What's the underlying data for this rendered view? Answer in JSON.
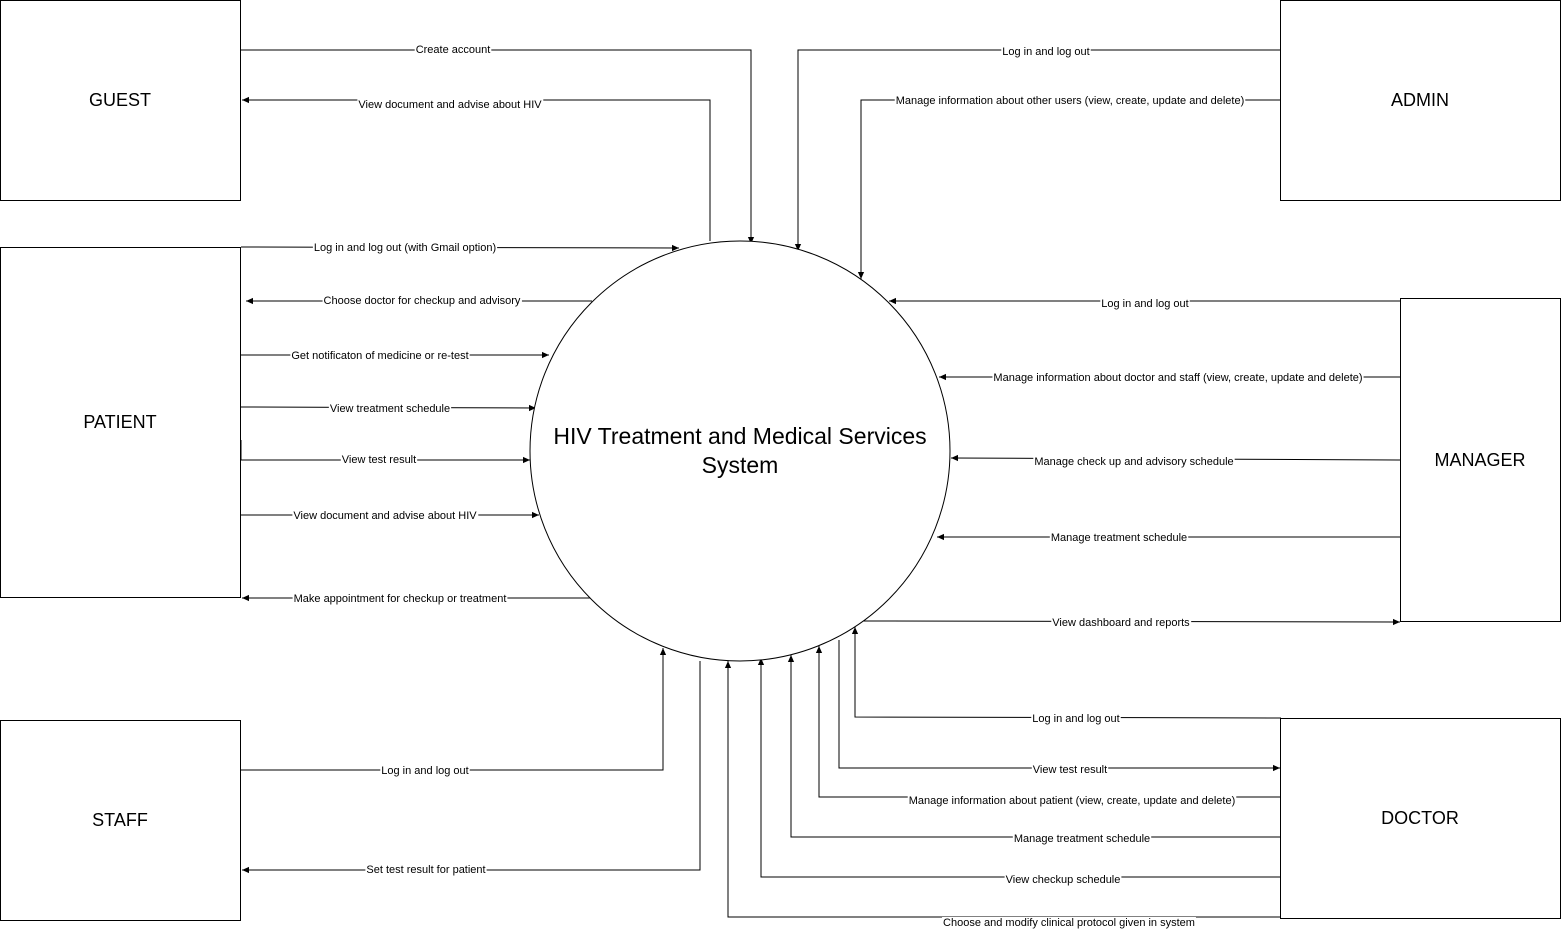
{
  "process": {
    "line1": "HIV Treatment and Medical Services",
    "line2": "System"
  },
  "entities": {
    "guest": "GUEST",
    "patient": "PATIENT",
    "staff": "STAFF",
    "admin": "ADMIN",
    "manager": "MANAGER",
    "doctor": "DOCTOR"
  },
  "flows": {
    "guest_create_account": "Create account",
    "guest_view_document": "View document and advise about HIV",
    "patient_login": "Log in and log out (with Gmail option)",
    "patient_choose_doctor": "Choose doctor for checkup and advisory",
    "patient_notification": "Get notificaton of medicine or re-test",
    "patient_treatment_schedule": "View treatment schedule",
    "patient_test_result": "View test result",
    "patient_view_document": "View document and advise about HIV",
    "patient_appointment": "Make appointment for checkup or treatment",
    "staff_login": "Log in and log out",
    "staff_set_test_result": "Set test result for patient",
    "admin_login": "Log in and log out",
    "admin_manage_users": "Manage information about other users (view, create, update and delete)",
    "manager_login": "Log in and log out",
    "manager_manage_doctor_staff": "Manage information about doctor and staff (view, create, update and delete)",
    "manager_checkup_schedule": "Manage check up and advisory schedule",
    "manager_treatment_schedule": "Manage treatment schedule",
    "manager_dashboard": "View dashboard and reports",
    "doctor_login": "Log in and log out",
    "doctor_test_result": "View test result",
    "doctor_manage_patient": "Manage information about patient (view, create, update and delete)",
    "doctor_treatment_schedule": "Manage treatment schedule",
    "doctor_checkup_schedule": "View checkup schedule",
    "doctor_clinical_protocol": "Choose and modify clinical protocol given in system"
  }
}
